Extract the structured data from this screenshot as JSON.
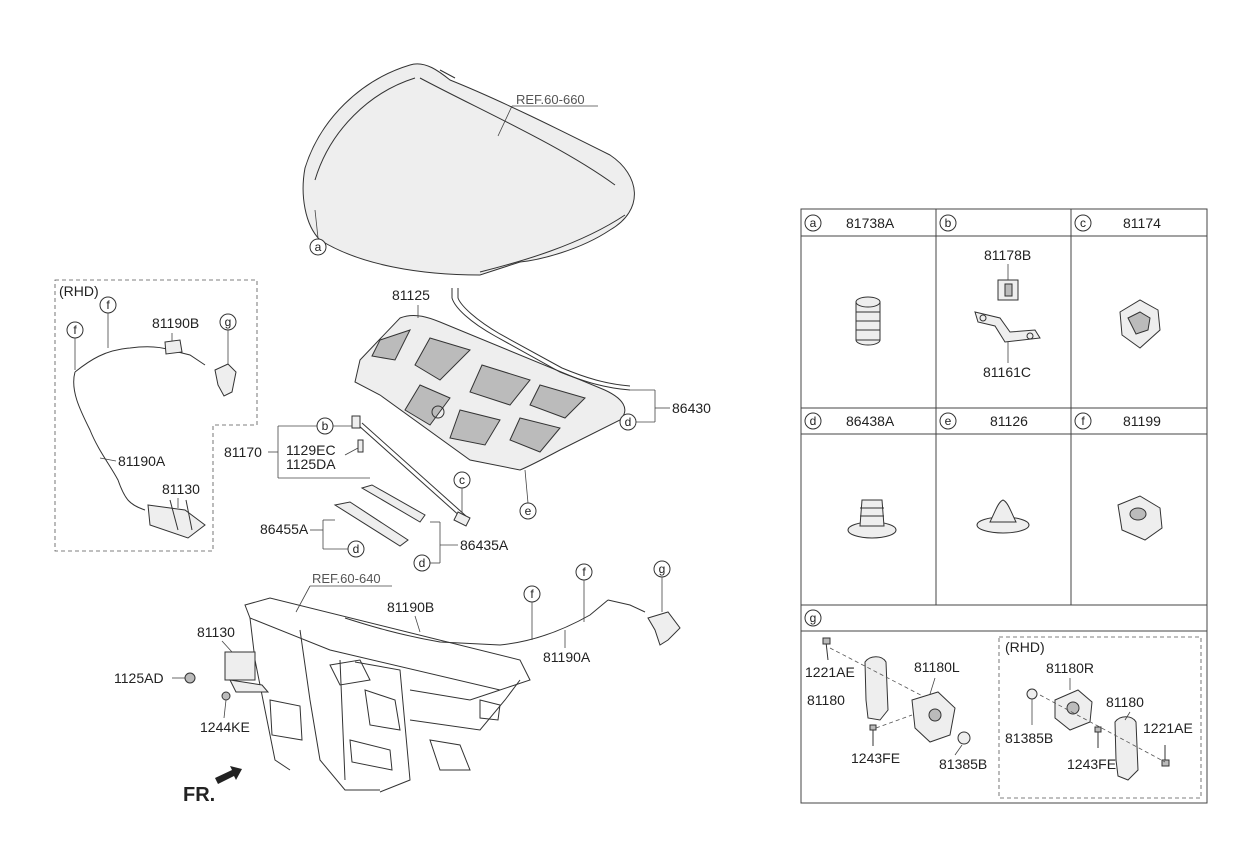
{
  "diagram": {
    "ref_hood": "REF.60-660",
    "ref_frame": "REF.60-640",
    "rhd_label": "(RHD)",
    "fr_label": "FR.",
    "callouts": {
      "p81125": "81125",
      "p86430": "86430",
      "p81190B_rhd": "81190B",
      "p81190A_rhd": "81190A",
      "p81130_rhd": "81130",
      "p81170": "81170",
      "p1129EC": "1129EC",
      "p1125DA": "1125DA",
      "p86455A": "86455A",
      "p86435A": "86435A",
      "p81190B": "81190B",
      "p81190A": "81190A",
      "p81130": "81130",
      "p1125AD": "1125AD",
      "p1244KE": "1244KE"
    },
    "circle_letters": {
      "a": "a",
      "b": "b",
      "c": "c",
      "d": "d",
      "e": "e",
      "f": "f",
      "g": "g"
    }
  },
  "table": {
    "cells": [
      {
        "letter": "a",
        "part": "81738A"
      },
      {
        "letter": "b",
        "part": ""
      },
      {
        "letter": "c",
        "part": "81174"
      },
      {
        "letter": "d",
        "part": "86438A"
      },
      {
        "letter": "e",
        "part": "81126"
      },
      {
        "letter": "f",
        "part": "81199"
      }
    ],
    "b_labels": {
      "top": "81178B",
      "bottom": "81161C"
    },
    "g_header": "g",
    "g_labels": {
      "p1221AE": "1221AE",
      "p81180": "81180",
      "p81180L": "81180L",
      "p1243FE": "1243FE",
      "p81385B": "81385B"
    },
    "rhd_box": {
      "label": "(RHD)",
      "p81180R": "81180R",
      "p81180": "81180",
      "p81385B": "81385B",
      "p1221AE": "1221AE",
      "p1243FE": "1243FE"
    }
  }
}
